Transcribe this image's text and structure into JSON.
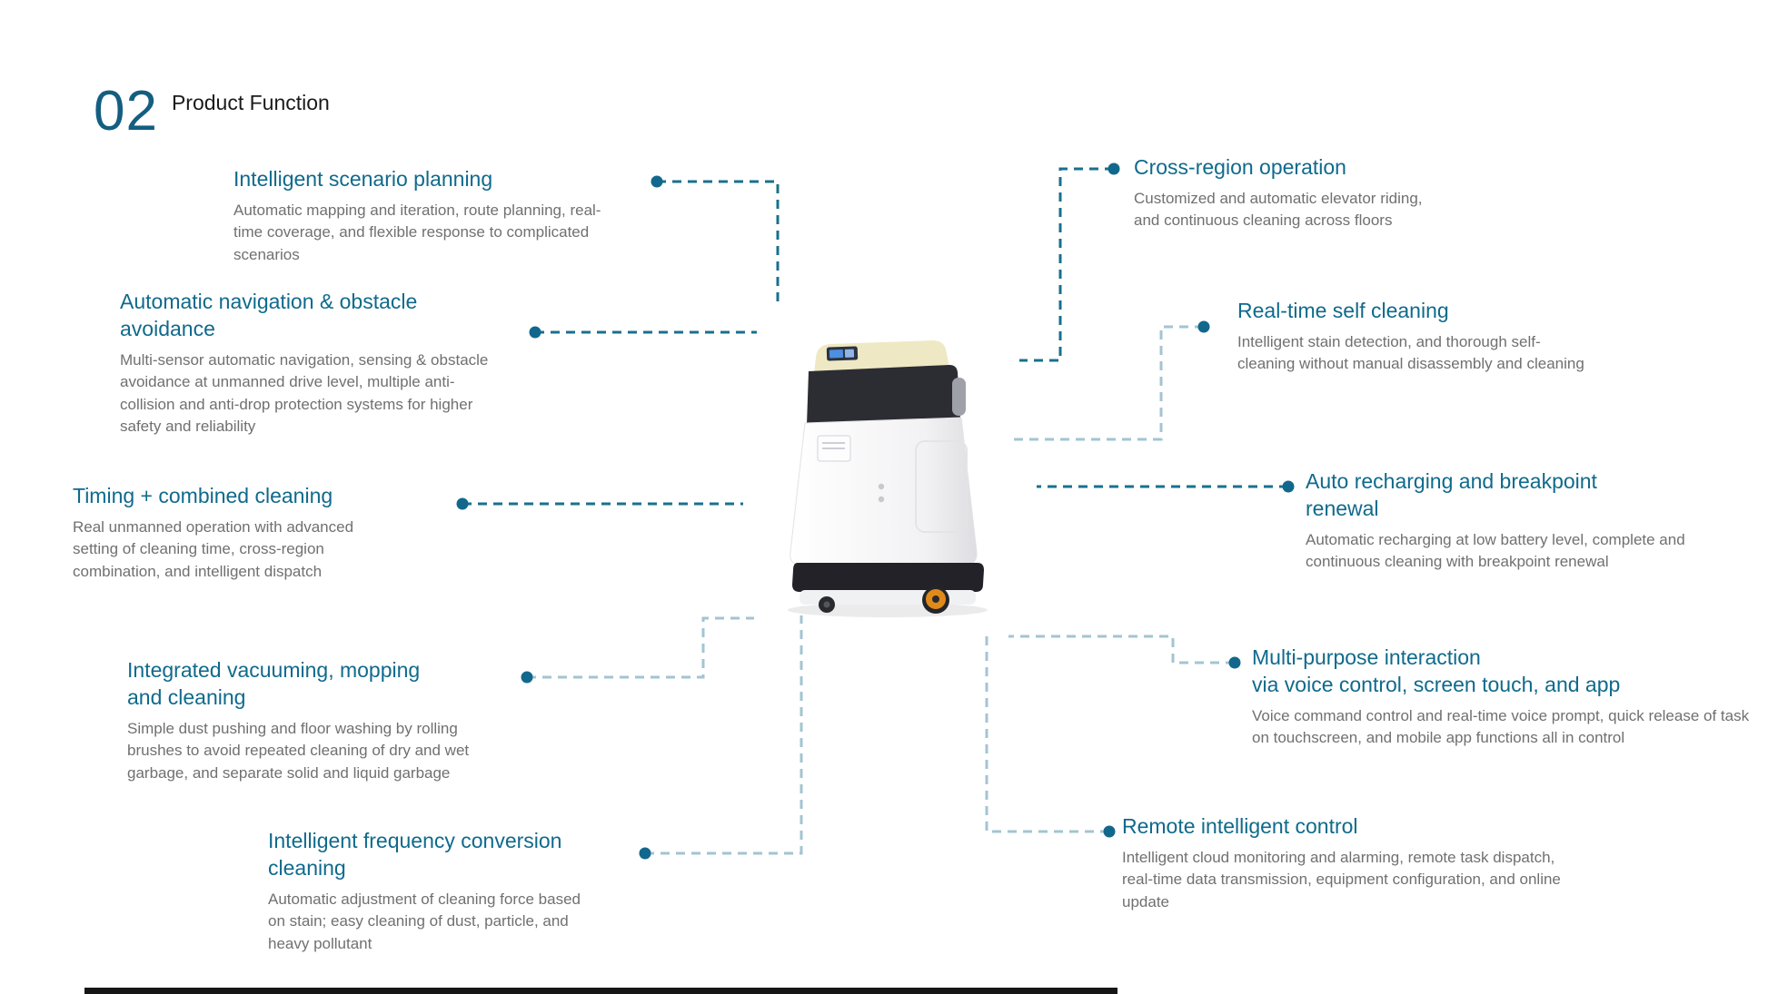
{
  "header": {
    "section_number": "02",
    "section_title": "Product Function"
  },
  "features_left": [
    {
      "title": "Intelligent scenario planning",
      "description": "Automatic mapping and iteration, route planning, real-time coverage, and flexible response to complicated scenarios"
    },
    {
      "title": "Automatic navigation & obstacle\navoidance",
      "description": "Multi-sensor automatic navigation, sensing & obstacle avoidance at unmanned drive level, multiple anti-collision and anti-drop protection systems for higher safety and reliability"
    },
    {
      "title": "Timing + combined cleaning",
      "description": "Real unmanned operation with advanced setting of cleaning time, cross-region combination, and intelligent dispatch"
    },
    {
      "title": "Integrated vacuuming, mopping\nand cleaning",
      "description": "Simple dust pushing and floor washing by rolling brushes to avoid repeated cleaning of dry and wet garbage, and separate solid and liquid garbage"
    },
    {
      "title": "Intelligent frequency conversion\ncleaning",
      "description": "Automatic adjustment of cleaning force based on stain; easy cleaning of dust, particle, and heavy pollutant"
    }
  ],
  "features_right": [
    {
      "title": "Cross-region operation",
      "description": "Customized and automatic elevator riding, and continuous cleaning across floors"
    },
    {
      "title": "Real-time self cleaning",
      "description": "Intelligent stain detection, and thorough self-cleaning without manual disassembly and cleaning"
    },
    {
      "title": "Auto recharging and breakpoint\nrenewal",
      "description": "Automatic recharging at low battery level, complete and continuous cleaning with breakpoint renewal"
    },
    {
      "title": "Multi-purpose interaction\nvia voice control, screen touch, and app",
      "description": "Voice command control and real-time voice prompt, quick release of task on touchscreen, and mobile app functions all in control"
    },
    {
      "title": "Remote intelligent control",
      "description": "Intelligent cloud monitoring and alarming, remote task dispatch, real-time data transmission, equipment configuration, and online update"
    }
  ],
  "colors": {
    "heading_accent": "#0f6a8c",
    "section_number": "#145e80",
    "body_text": "#707070",
    "connector_dark": "#19708e",
    "connector_light": "#a3c4d2",
    "connector_dot": "#11688c",
    "robot_lid": "#eee9c4",
    "robot_wheel_orange": "#e08a1c"
  }
}
